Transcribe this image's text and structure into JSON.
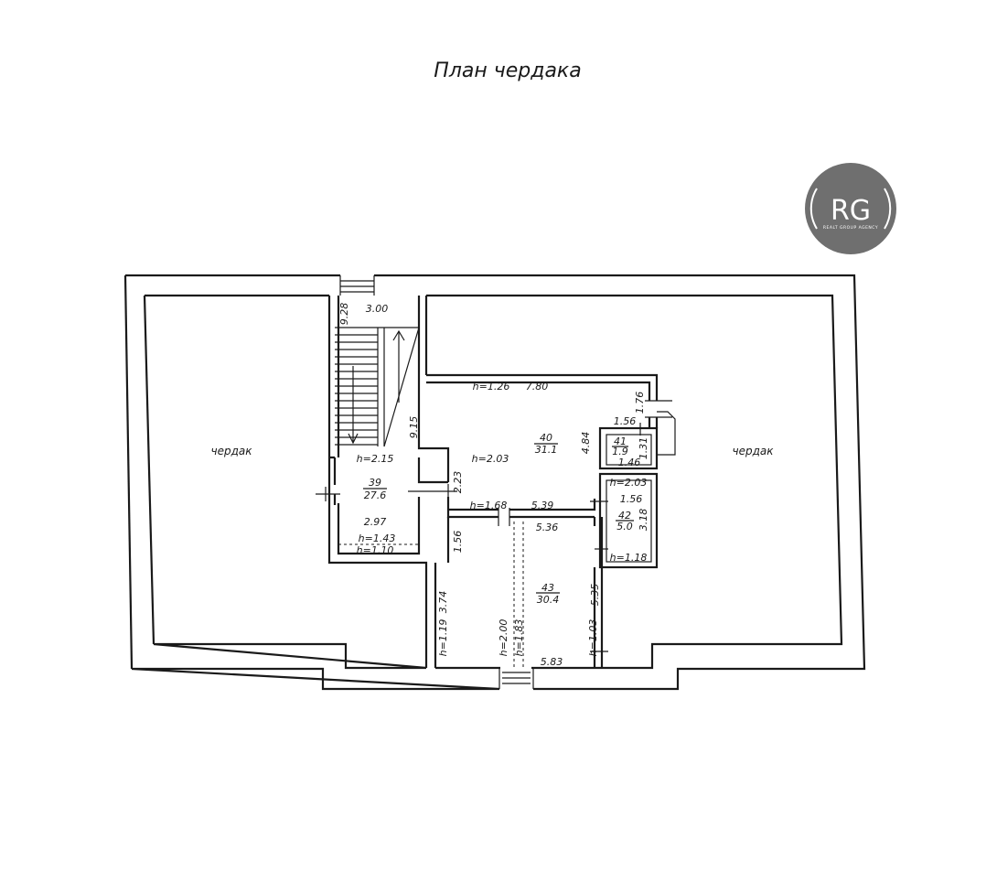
{
  "title": "План чердака",
  "logo": {
    "text": "RG",
    "tagline": "REALT GROUP AGENCY",
    "color": "#6f6f6f"
  },
  "rooms": {
    "attic_left": "чердак",
    "attic_right": "чердак",
    "r39": {
      "number": "39",
      "area": "27.6"
    },
    "r40": {
      "number": "40",
      "area": "31.1"
    },
    "r41": {
      "number": "41",
      "area": "1.9"
    },
    "r42": {
      "number": "42",
      "area": "5.0"
    },
    "r43": {
      "number": "43",
      "area": "30.4"
    }
  },
  "dimensions": {
    "d_9_28": "9.28",
    "d_3_00": "3.00",
    "d_9_15": "9.15",
    "d_h126": "h=1.26",
    "d_7_80": "7.80",
    "d_1_76": "1.76",
    "d_1_56a": "1.56",
    "d_4_84": "4.84",
    "d_1_31": "1.31",
    "d_1_46": "1.46",
    "d_h215": "h=2.15",
    "d_h203a": "h=2.03",
    "d_2_23": "2.23",
    "d_h203b": "h=2.03",
    "d_1_56b": "1.56",
    "d_h168": "h=1.68",
    "d_5_39": "5.39",
    "d_3_18": "3.18",
    "d_2_97": "2.97",
    "d_5_36": "5.36",
    "d_h143": "h=1.43",
    "d_h110": "h=1.10",
    "d_1_56c": "1.56",
    "d_h118": "h=1.18",
    "d_5_35": "5.35",
    "d_3_74": "3.74",
    "d_h119": "h=1.19",
    "d_h200": "h=2.00",
    "d_h183": "h=1.83",
    "d_h103": "h=1.03",
    "d_5_83": "5.83"
  }
}
